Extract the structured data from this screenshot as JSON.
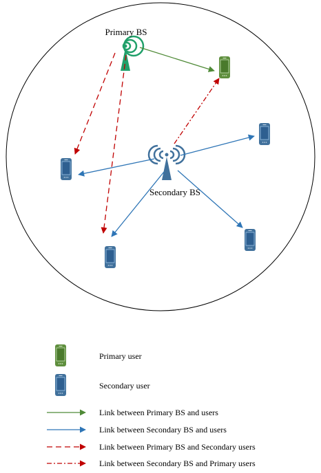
{
  "labels": {
    "primary_bs": "Primary BS",
    "secondary_bs": "Secondary BS"
  },
  "legend": {
    "primary_user": "Primary user",
    "secondary_user": "Secondary user",
    "link_primary": "Link between Primary BS and users",
    "link_secondary": "Link between Secondary BS and users",
    "link_primary_secondary": "Link between Primary BS and Secondary users",
    "link_secondary_primary": "Link between Secondary BS and Primary users"
  },
  "colors": {
    "primary": "#4f8a37",
    "secondary": "#2e75b6",
    "interference": "#c00000",
    "primary_tower": "#21a06a",
    "secondary_tower": "#41719c",
    "phone_blue": "#41719c",
    "phone_green": "#5f8f3e"
  }
}
